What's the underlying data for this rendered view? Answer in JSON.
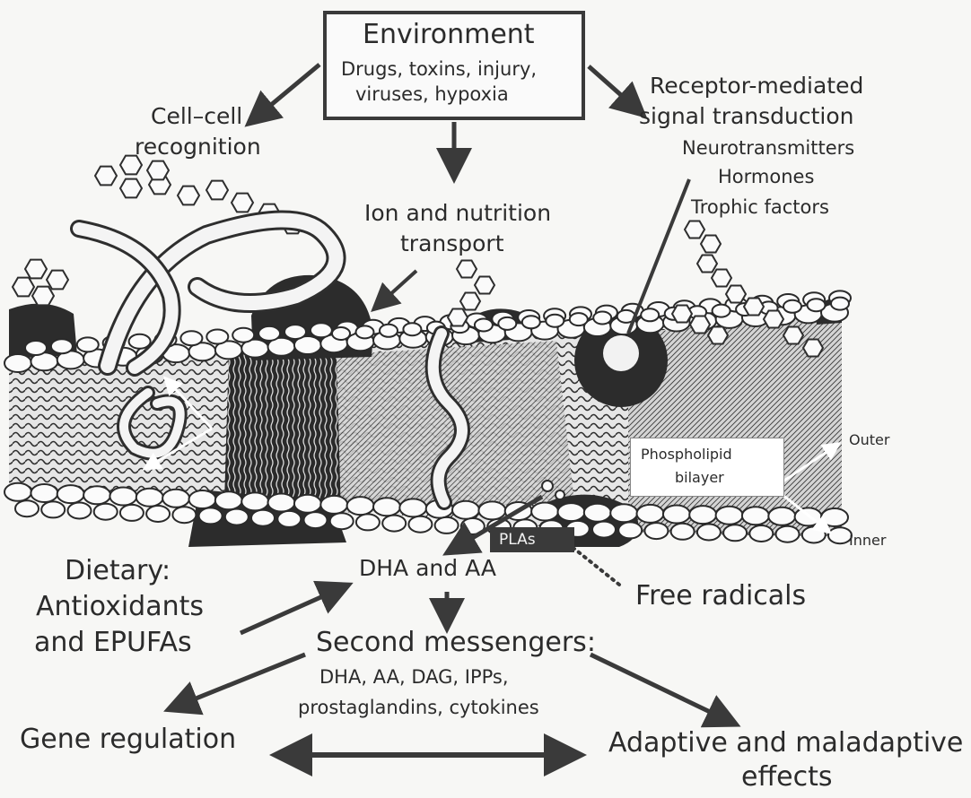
{
  "environment": {
    "title": "Environment",
    "line1": "Drugs, toxins, injury,",
    "line2": "viruses, hypoxia"
  },
  "cell_cell": {
    "line1": "Cell–cell",
    "line2": "recognition"
  },
  "receptor": {
    "line1": "Receptor-mediated",
    "line2": "signal transduction",
    "items": [
      "Neurotransmitters",
      "Hormones",
      "Trophic factors"
    ]
  },
  "ion_transport": {
    "line1": "Ion and nutrition",
    "line2": "transport"
  },
  "bilayer": {
    "line1": "Phospholipid",
    "line2": "bilayer",
    "outer": "Outer",
    "inner": "Inner"
  },
  "pla": "PLAs",
  "dha_aa": "DHA  and  AA",
  "free_radicals": "Free radicals",
  "dietary": {
    "line1": "Dietary:",
    "line2": "Antioxidants",
    "line3": "and EPUFAs"
  },
  "second_messengers": {
    "title": "Second messengers:",
    "line1": "DHA, AA, DAG, IPPs,",
    "line2": "prostaglandins, cytokines"
  },
  "gene_regulation": "Gene regulation",
  "adaptive": {
    "line1": "Adaptive and maladaptive",
    "line2": "effects"
  }
}
